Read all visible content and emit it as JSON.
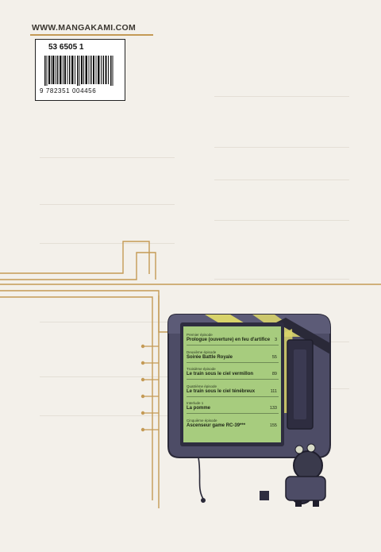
{
  "site_url": "WWW.MANGAKAMI.COM",
  "barcode": {
    "number_top": "53 6505 1",
    "number_bottom": "9  782351  004456"
  },
  "toc": [
    {
      "label": "Premier épisode",
      "title": "Prologue (ouverture) en feu d'artifice",
      "page": "3"
    },
    {
      "label": "Deuxième épisode",
      "title": "Soirée Battle Royale",
      "page": "55"
    },
    {
      "label": "Troisième épisode",
      "title": "Le train sous le ciel vermillon",
      "page": "89"
    },
    {
      "label": "Quatrième épisode",
      "title": "Le train sous le ciel ténébreux",
      "page": "111"
    },
    {
      "label": "Interlude 1",
      "title": "La pomme",
      "page": "133"
    },
    {
      "label": "Cinquième épisode",
      "title": "Ascenseur game RC-39***",
      "page": "155"
    }
  ],
  "colors": {
    "background": "#f3f0ea",
    "circuit_line": "#c49a55",
    "screen": "#a7cc7e",
    "device_body": "#4d4c66",
    "device_dark": "#2e2d40",
    "hazard_yellow": "#d8d36a"
  }
}
